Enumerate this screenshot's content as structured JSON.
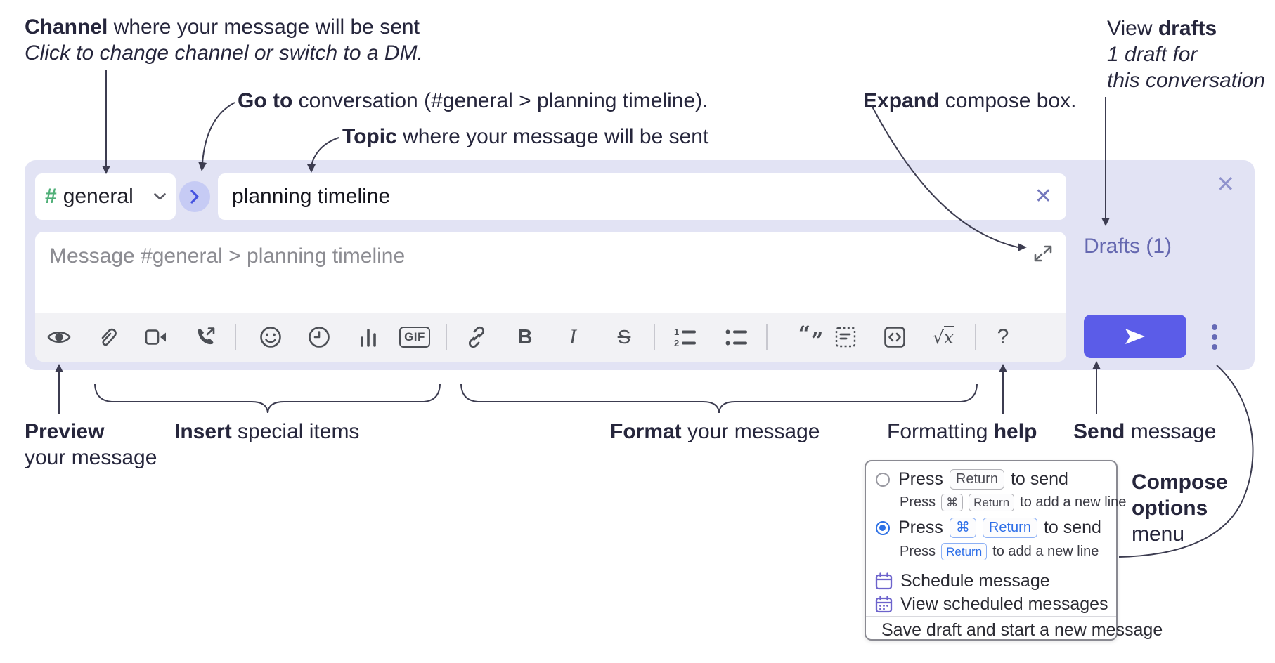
{
  "annotations": {
    "channel_note": {
      "lead": "Channel",
      "rest": " where your message will be sent",
      "sub": "Click to change channel or switch to a DM."
    },
    "goto_note": {
      "lead": "Go to",
      "rest": " conversation (#general > planning timeline)."
    },
    "topic_note": {
      "lead": "Topic",
      "rest": " where your message will be sent"
    },
    "expand_note": {
      "lead": "Expand",
      "rest": " compose box."
    },
    "drafts_note": {
      "line1_pre": "View ",
      "line1_bold": "drafts",
      "line2": "1 draft for",
      "line3": "this conversation"
    },
    "preview_note": {
      "lead": "Preview",
      "rest": "your message"
    },
    "insert_note": {
      "lead": "Insert",
      "rest": " special items"
    },
    "format_note": {
      "lead": "Format",
      "rest": " your message"
    },
    "help_note": {
      "pre": "Formatting ",
      "bold": "help"
    },
    "send_note": {
      "lead": "Send",
      "rest": " message"
    },
    "compose_note": {
      "line1": "Compose",
      "line2": "options",
      "line3": "menu"
    }
  },
  "composer": {
    "channel": {
      "hash": "#",
      "name": "general"
    },
    "topic_value": "planning timeline",
    "topic_clear": "✕",
    "close": "✕",
    "message_placeholder": "Message #general > planning timeline",
    "drafts_link": "Drafts (1)",
    "toolbar": {
      "gif": "GIF",
      "bold": "B",
      "italic": "I",
      "strike": "S",
      "ol1": "1",
      "ol2": "2",
      "quote_open": "“",
      "quote_close": "”",
      "formula_root": "√",
      "formula_x": "x",
      "help": "?"
    }
  },
  "menu": {
    "options": [
      {
        "selected": false,
        "main_pre": "Press",
        "main_keys": [
          "Return"
        ],
        "main_suf": "to send",
        "sub_pre": "Press",
        "sub_keys": [
          "⌘",
          "Return"
        ],
        "sub_suf": "to add a new line"
      },
      {
        "selected": true,
        "main_pre": "Press",
        "main_keys": [
          "⌘",
          "Return"
        ],
        "main_suf": "to send",
        "sub_pre": "Press",
        "sub_keys": [
          "Return"
        ],
        "sub_suf": "to add a new line"
      }
    ],
    "items": [
      {
        "label": "Schedule message"
      },
      {
        "label": "View scheduled messages"
      },
      {
        "label": "Save draft and start a new message"
      }
    ]
  },
  "colors": {
    "composer_bg": "#e2e3f4",
    "send_accent": "#5b5ce8",
    "drafts_purple": "#6568b0",
    "channel_green": "#4faf77",
    "radio_blue": "#2e71e5",
    "menu_icon_purple": "#6d63cc",
    "key_blue": "#2e6fe8"
  }
}
